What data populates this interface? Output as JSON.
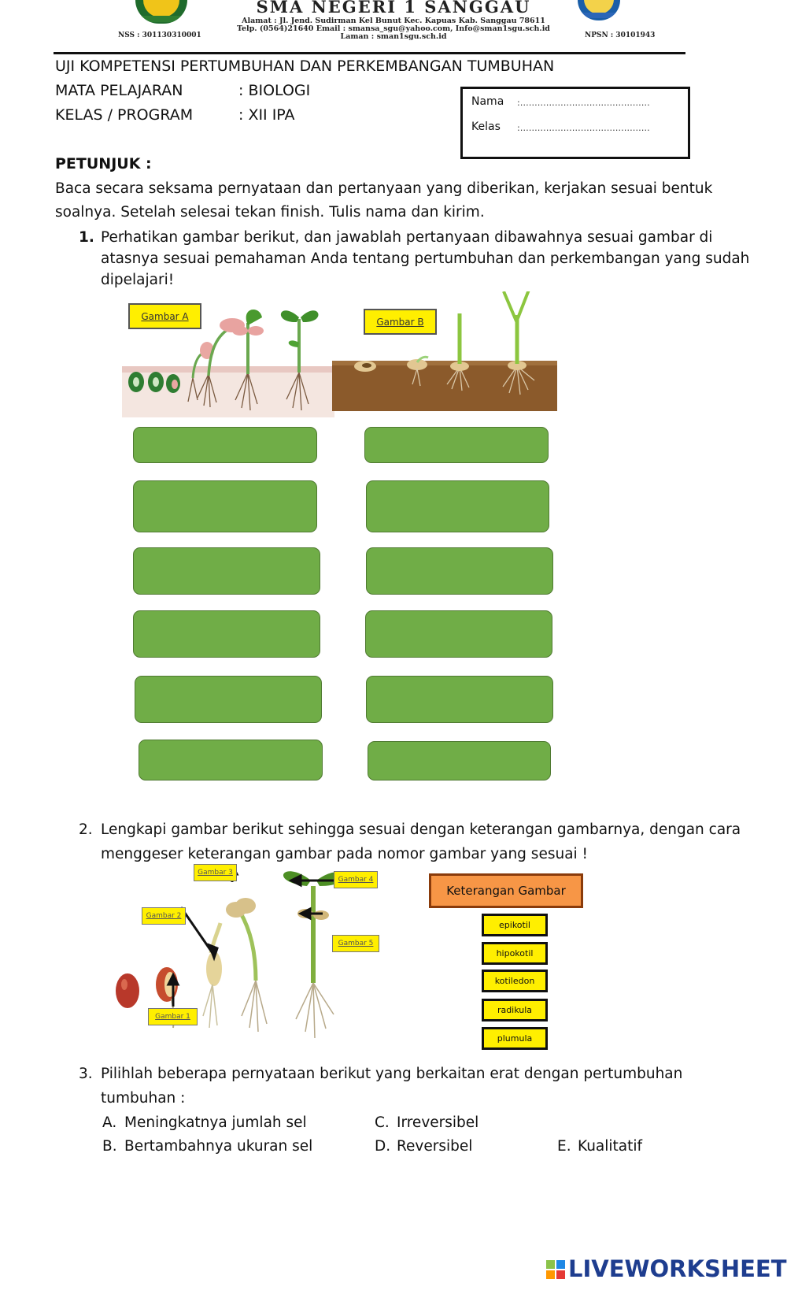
{
  "header": {
    "school_name": "SMA NEGERI 1 SANGGAU",
    "address_line": "Alamat : Jl. Jend. Sudirman Kel Bunut Kec. Kapuas Kab. Sanggau 78611",
    "contact_line": "Telp. (0564)21640 Email : smansa_sgu@yahoo.com, Info@sman1sgu.sch.id",
    "website_line": "Laman : sman1sgu.sch.id",
    "nss": "NSS : 301130310001",
    "npsn": "NPSN : 30101943"
  },
  "exam": {
    "title": "UJI KOMPETENSI PERTUMBUHAN DAN PERKEMBANGAN TUMBUHAN",
    "subject_label": "MATA PELAJARAN",
    "subject_value": ": BIOLOGI",
    "class_label": "KELAS / PROGRAM",
    "class_value": ": XII IPA"
  },
  "identity_box": {
    "name_label": "Nama",
    "name_value": ":………………………………………",
    "class_label": "Kelas",
    "class_value": ":………………………………………"
  },
  "instructions": {
    "heading": "PETUNJUK :",
    "line1": "Baca secara seksama pernyataan dan pertanyaan yang diberikan, kerjakan sesuai bentuk",
    "line2": "soalnya. Setelah selesai tekan finish. Tulis nama dan kirim."
  },
  "question1": {
    "number": "1.",
    "line1": "Perhatikan gambar berikut, dan jawablah pertanyaan dibawahnya sesuai gambar di",
    "line2": "atasnya sesuai pemahaman Anda tentang pertumbuhan dan perkembangan yang sudah",
    "line3": "dipelajari!",
    "label_a": "Gambar A",
    "label_b": "Gambar B"
  },
  "question2": {
    "number": "2.",
    "line1": "Lengkapi gambar berikut sehingga sesuai dengan keterangan gambarnya, dengan cara",
    "line2": "menggeser keterangan gambar pada nomor gambar yang sesuai !",
    "tags": [
      "Gambar 1",
      "Gambar 2",
      "Gambar 3",
      "Gambar 4",
      "Gambar 5"
    ],
    "legend_title": "Keterangan Gambar",
    "options": [
      "epikotil",
      "hipokotil",
      "kotiledon",
      "radikula",
      "plumula"
    ]
  },
  "question3": {
    "number": "3.",
    "line1": "Pilihlah beberapa pernyataan berikut yang berkaitan erat dengan pertumbuhan",
    "line2": "tumbuhan :",
    "options": {
      "a_letter": "A.",
      "a_text": "Meningkatnya jumlah sel",
      "b_letter": "B.",
      "b_text": "Bertambahnya ukuran sel",
      "c_letter": "C.",
      "c_text": "Irreversibel",
      "d_letter": "D.",
      "d_text": "Reversibel",
      "e_letter": "E.",
      "e_text": "Kualitatif"
    }
  },
  "footer": {
    "brand": "LIVEWORKSHEETS"
  },
  "colors": {
    "answer_green": "#70ad47",
    "tag_yellow": "#ffef00",
    "legend_orange": "#f79646",
    "brand_blue": "#1e3d8f"
  }
}
